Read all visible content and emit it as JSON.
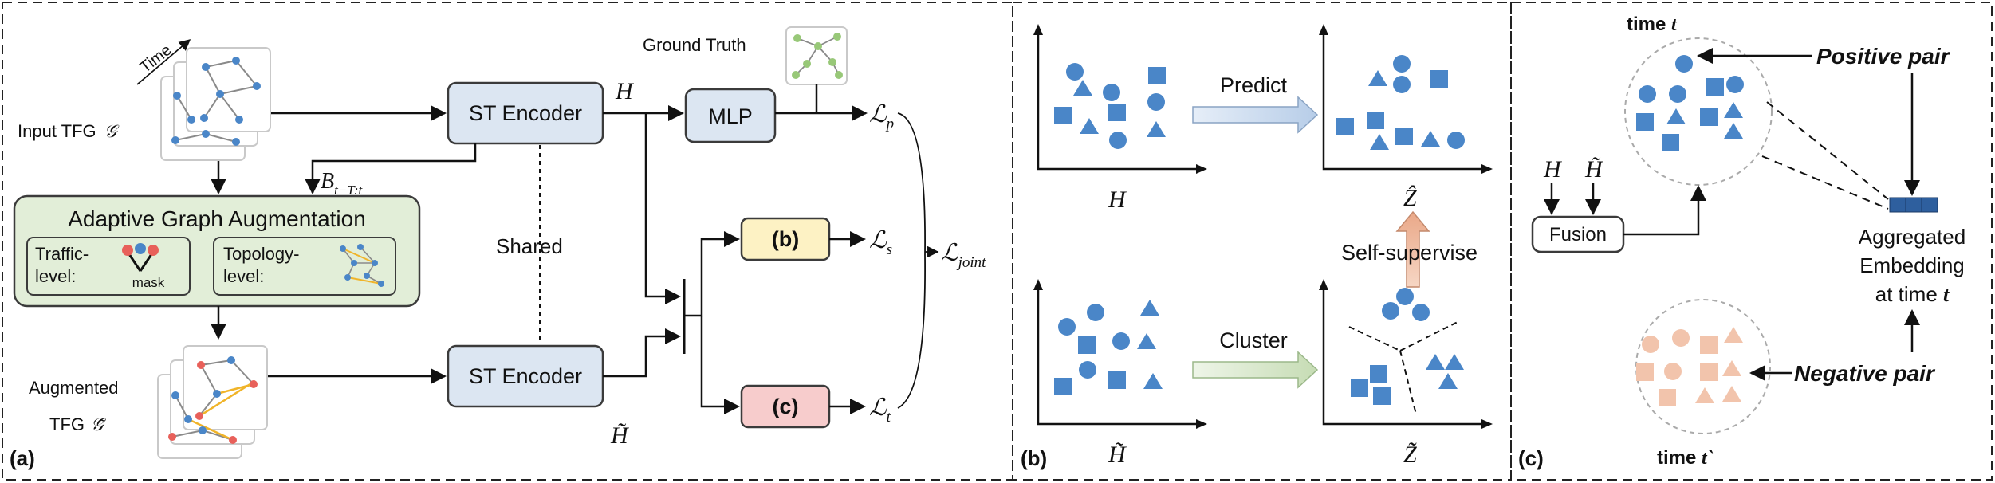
{
  "panel_a": {
    "tag": "(a)",
    "time_label": "Time",
    "input_tfg": {
      "label": "Input TFG",
      "symbol": "𝒢"
    },
    "ground_truth": "Ground Truth",
    "st_encoder_top": "ST Encoder",
    "st_encoder_bottom": "ST Encoder",
    "h_out": "H",
    "h_tilde_out": "H̃",
    "mlp": "MLP",
    "shared": "Shared",
    "batch": {
      "main": "B",
      "sub": "t−T:t"
    },
    "aga": {
      "title": "Adaptive Graph Augmentation",
      "traffic_label_1": "Traffic-",
      "traffic_label_2": "level:",
      "mask": "mask",
      "topology_label_1": "Topology-",
      "topology_label_2": "level:"
    },
    "augmented_tfg": {
      "label_1": "Augmented",
      "label_2": "TFG",
      "symbol": "𝒢̃"
    },
    "box_b": "(b)",
    "box_c": "(c)",
    "loss_p": {
      "main": "ℒ",
      "sub": "p"
    },
    "loss_s": {
      "main": "ℒ",
      "sub": "s"
    },
    "loss_t": {
      "main": "ℒ",
      "sub": "t"
    },
    "loss_joint": {
      "main": "ℒ",
      "sub": "joint"
    }
  },
  "panel_b": {
    "tag": "(b)",
    "predict": "Predict",
    "cluster": "Cluster",
    "self_supervise": "Self-supervise",
    "h": "H",
    "h_tilde": "H̃",
    "z_hat": "Ẑ",
    "z_tilde": "Z̃"
  },
  "panel_c": {
    "tag": "(c)",
    "time_t": {
      "main": "time ",
      "var": "t"
    },
    "time_t_prime": {
      "main": "time ",
      "var": "t`"
    },
    "positive_pair": "Positive pair",
    "negative_pair": "Negative pair",
    "h": "H",
    "h_tilde": "H̃",
    "fusion": "Fusion",
    "aggregated_1": "Aggregated",
    "aggregated_2": "Embedding",
    "aggregated_3": {
      "main": "at time ",
      "var": "t"
    }
  },
  "colors": {
    "node_blue": "#4a86c8",
    "node_red": "#e8605a",
    "edge_orange": "#f0b429",
    "encoder_fill": "#dce6f2",
    "aga_fill": "#e2eed8",
    "box_b_fill": "#fdf2c4",
    "box_c_fill": "#f7cccc",
    "positive": "#6a9e3a",
    "negative": "#e2342a",
    "negative_shapes": "#f2c4ac",
    "ground_truth_nodes": "#98c878"
  }
}
